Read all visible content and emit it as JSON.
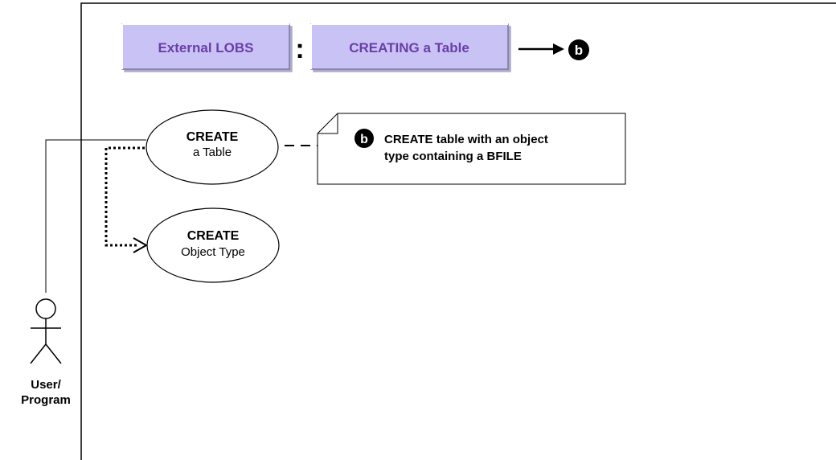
{
  "header": {
    "box1_label": "External LOBS",
    "separator": ":",
    "box2_label": "CREATING a Table",
    "ref_marker": "b"
  },
  "use_cases": {
    "create_table": {
      "line1": "CREATE",
      "line2": "a Table"
    },
    "create_object_type": {
      "line1": "CREATE",
      "line2": "Object Type"
    }
  },
  "note": {
    "marker": "b",
    "line1": "CREATE table with an object",
    "line2": "type containing a BFILE"
  },
  "actor": {
    "line1": "User/",
    "line2": "Program"
  },
  "colors": {
    "box_fill": "#c9c3f5",
    "box_text": "#6a3da8",
    "box_border_dark": "#7b76a8"
  }
}
